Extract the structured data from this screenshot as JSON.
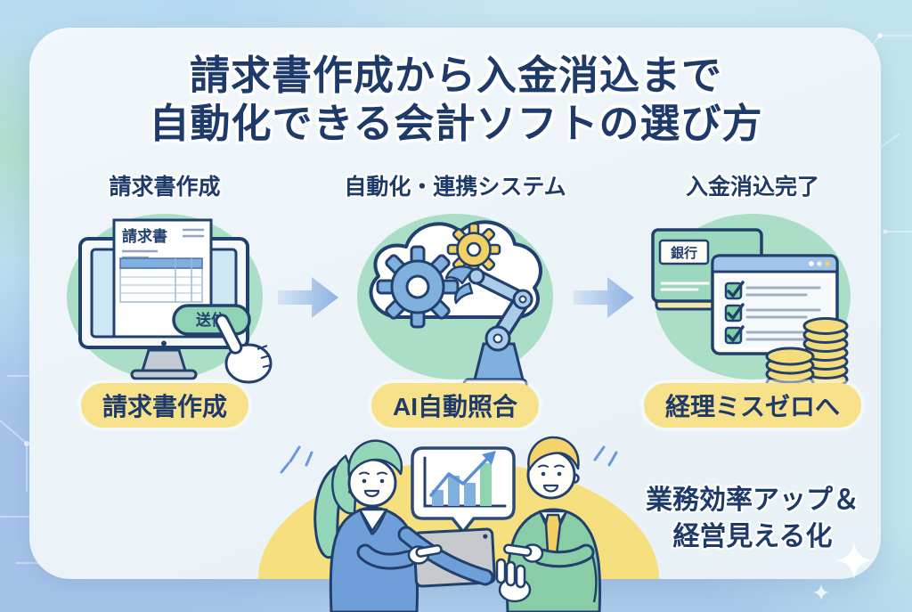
{
  "title": {
    "line1": "請求書作成から入金消込まで",
    "line2": "自動化できる会計ソフトの選び方"
  },
  "steps": [
    {
      "header": "請求書作成",
      "badge": "請求書作成",
      "icon": "invoice-monitor-icon",
      "invoice": {
        "doc_title": "請求書",
        "send_label": "送信"
      }
    },
    {
      "header": "自動化・連携システム",
      "badge": "AI自動照合",
      "icon": "automation-cloud-gears-robot-icon"
    },
    {
      "header": "入金消込完了",
      "badge": "経理ミスゼロへ",
      "icon": "bank-checklist-coins-icon",
      "bank": {
        "label": "銀行"
      }
    }
  ],
  "footer": {
    "line1": "業務効率アップ＆",
    "line2": "経営見える化"
  },
  "growth_chart_bubble": {
    "type": "bar",
    "bars_relative_heights": [
      0.35,
      0.65,
      0.5,
      1.0
    ],
    "bar_colors": [
      "#7fb0de",
      "#7fb0de",
      "#7fb0de",
      "#8fd4ae"
    ],
    "trend": "upward-arrow",
    "labels_visible": false
  },
  "colors": {
    "navy_text": "#1d3a6b",
    "circle_green": "#aadec6",
    "badge_yellow": "#f7e28b",
    "arrow_blue": "#8cb2e2",
    "card_bg": "#ecf3f8",
    "mound_yellow": "#f6df7e"
  }
}
